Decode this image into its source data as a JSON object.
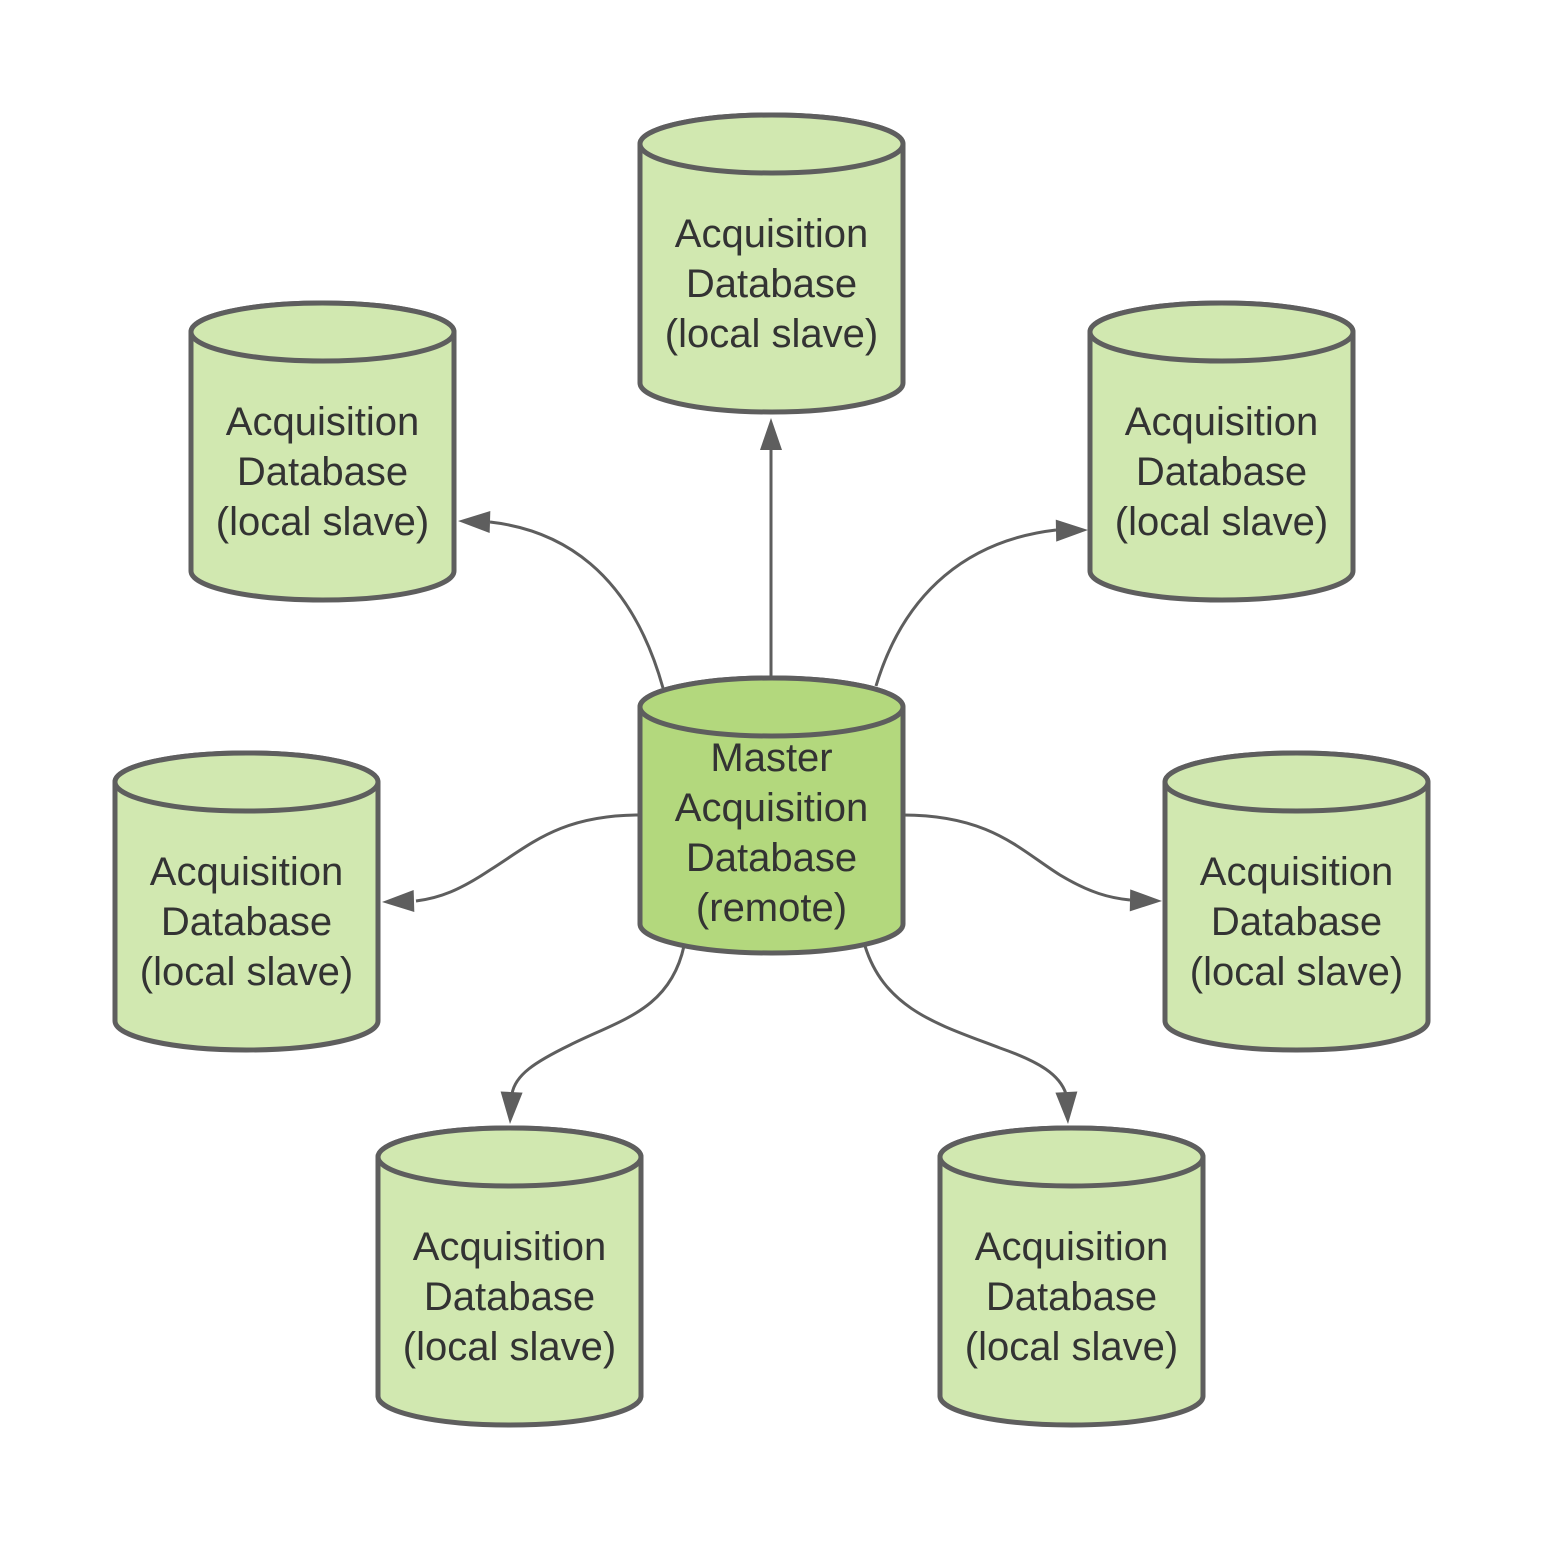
{
  "colors": {
    "master_fill": "#b3d87d",
    "slave_fill": "#d1e8b0",
    "stroke": "#5e5e5e",
    "text": "#333333"
  },
  "master": {
    "label_lines": [
      "Master",
      "Acquisition",
      "Database",
      "(remote)"
    ]
  },
  "slaves": [
    {
      "id": "top",
      "label_lines": [
        "Acquisition",
        "Database",
        "(local slave)"
      ]
    },
    {
      "id": "upper-left",
      "label_lines": [
        "Acquisition",
        "Database",
        "(local slave)"
      ]
    },
    {
      "id": "upper-right",
      "label_lines": [
        "Acquisition",
        "Database",
        "(local slave)"
      ]
    },
    {
      "id": "middle-left",
      "label_lines": [
        "Acquisition",
        "Database",
        "(local slave)"
      ]
    },
    {
      "id": "middle-right",
      "label_lines": [
        "Acquisition",
        "Database",
        "(local slave)"
      ]
    },
    {
      "id": "bottom-left",
      "label_lines": [
        "Acquisition",
        "Database",
        "(local slave)"
      ]
    },
    {
      "id": "bottom-right",
      "label_lines": [
        "Acquisition",
        "Database",
        "(local slave)"
      ]
    }
  ],
  "edges": [
    {
      "from": "master",
      "to": "top"
    },
    {
      "from": "master",
      "to": "upper-left"
    },
    {
      "from": "master",
      "to": "upper-right"
    },
    {
      "from": "master",
      "to": "middle-left"
    },
    {
      "from": "master",
      "to": "middle-right"
    },
    {
      "from": "master",
      "to": "bottom-left"
    },
    {
      "from": "master",
      "to": "bottom-right"
    }
  ]
}
